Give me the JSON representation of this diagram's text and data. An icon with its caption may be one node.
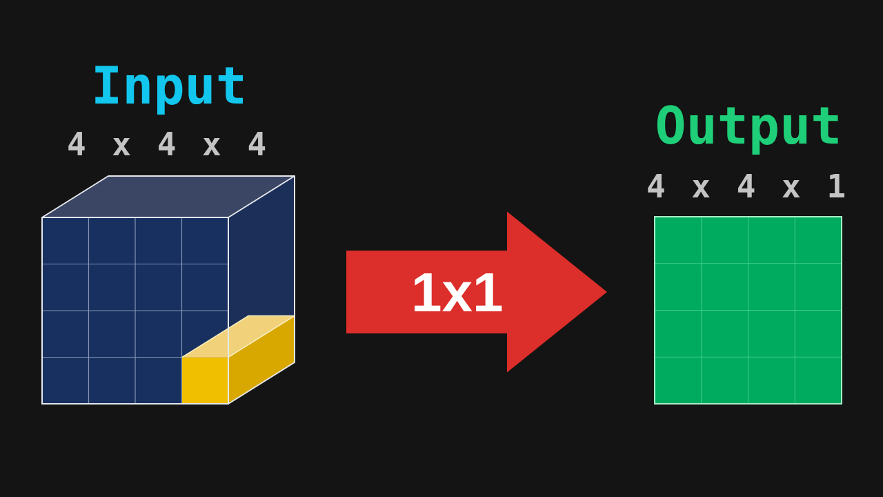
{
  "diagram": {
    "nodes": [
      {
        "text": [
          "Input",
          "4 x 4 x 4"
        ]
      },
      {
        "text": [
          "Output",
          "4 x 4 x 1"
        ]
      }
    ],
    "edges": [
      {
        "from": 0,
        "to": 1,
        "arrow": "to",
        "label": "1x1",
        "style": "thick",
        "color": "#dc2e2a"
      }
    ]
  }
}
